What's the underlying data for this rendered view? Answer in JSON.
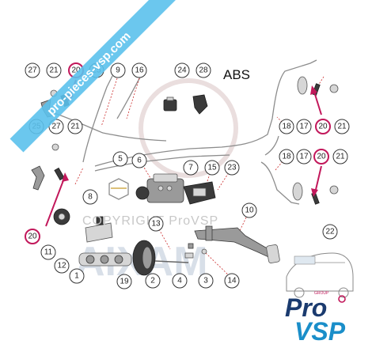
{
  "diagram": {
    "section_label": "ABS",
    "callouts": {
      "c1": "1",
      "c2": "2",
      "c3": "3",
      "c4": "4",
      "c5": "5",
      "c6": "6",
      "c7": "7",
      "c8": "8",
      "c9": "9",
      "c10": "10",
      "c11": "11",
      "c12": "12",
      "c13": "13",
      "c14": "14",
      "c15": "15",
      "c16": "16",
      "c17a": "17",
      "c17b": "17",
      "c18a": "18",
      "c18b": "18",
      "c19": "19",
      "c20a": "20",
      "c20b": "20",
      "c20c": "20",
      "c20d": "20",
      "c21a": "21",
      "c21b": "21",
      "c21c": "21",
      "c21d": "21",
      "c22": "22",
      "c23": "23",
      "c24": "24",
      "c25a": "25",
      "c25b": "25",
      "c27a": "27",
      "c27b": "27",
      "c28": "28"
    },
    "highlight_color": "#c2185b"
  },
  "watermarks": {
    "banner_url": "pro-pieces-vsp.com",
    "copyright": "COPYRIGHT ProVSP",
    "big_text": "AIXAM"
  },
  "logo": {
    "group_label": "GROUP",
    "pro": "Pro",
    "vsp": "VSP",
    "primary_color": "#1b3b6f",
    "accent_color": "#1a8ec9"
  }
}
